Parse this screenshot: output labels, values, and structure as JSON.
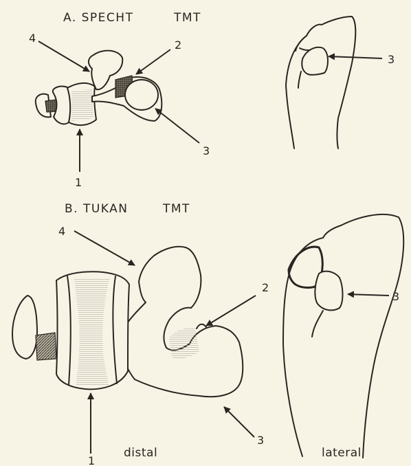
{
  "panel_a": {
    "title": "A.  SPECHT",
    "bone": "TMT",
    "labels": {
      "l1": "1",
      "l2": "2",
      "l3": "3",
      "l4": "4",
      "l3_lateral": "3"
    }
  },
  "panel_b": {
    "title": "B.  TUKAN",
    "bone": "TMT",
    "labels": {
      "l1": "1",
      "l2": "2",
      "l3": "3",
      "l4": "4",
      "l3_lateral": "3"
    }
  },
  "captions": {
    "distal": "distal",
    "lateral": "lateral"
  },
  "colors": {
    "paper": "#f7f4e6",
    "ink": "#2a2520"
  }
}
